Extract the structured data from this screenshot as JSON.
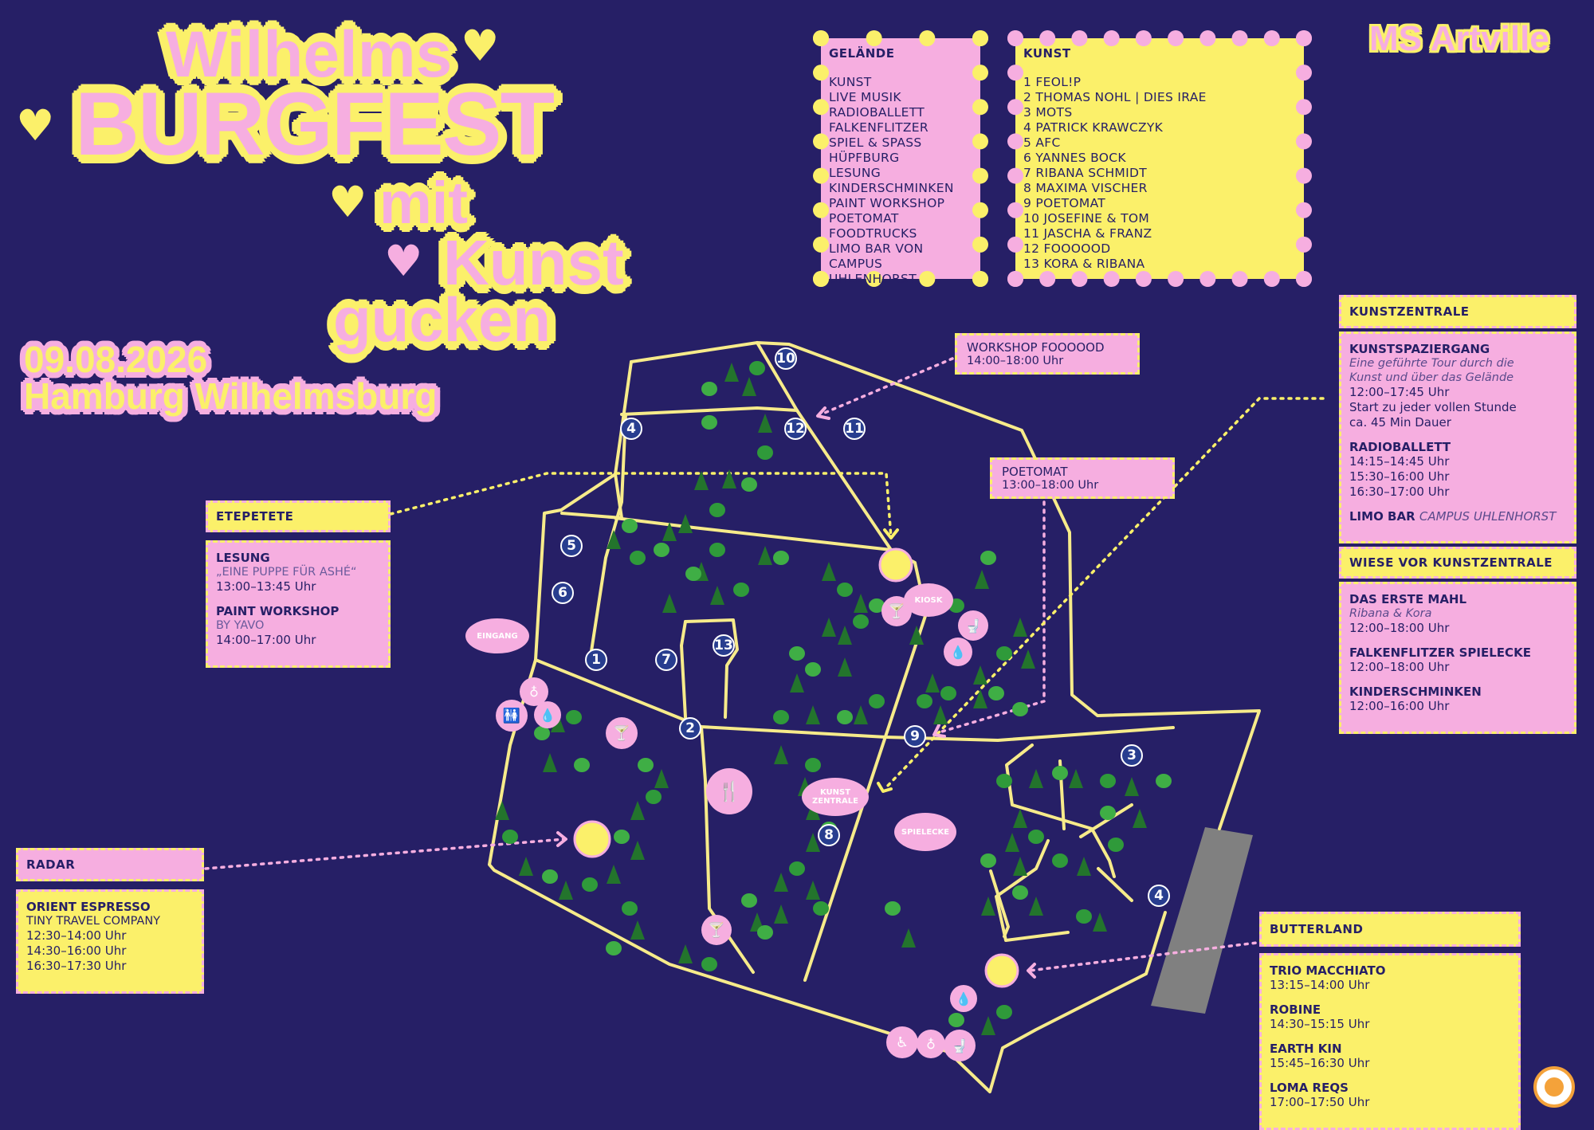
{
  "title": {
    "line1": "Wilhelms",
    "line2": "BURGFEST",
    "line3": "mit",
    "line4": "Kunst",
    "line5": "gucken",
    "date": "09.08.2026",
    "place": "Hamburg Wilhelmsburg",
    "heart": "♥"
  },
  "brand": "MS Artville",
  "gelaende": {
    "header": "GELÄNDE",
    "items": [
      "KUNST",
      "LIVE MUSIK",
      "RADIOBALLETT",
      "FALKENFLITZER\nSPIEL & SPASS",
      "HÜPFBURG",
      "LESUNG",
      "KINDERSCHMINKEN",
      "PAINT WORKSHOP",
      "POETOMAT",
      "FOODTRUCKS",
      "LIMO BAR VON\nCAMPUS UHLENHORST"
    ]
  },
  "kunst": {
    "header": "KUNST",
    "items": [
      "1 FEOL!P",
      "2 THOMAS NOHL | DIES IRAE",
      "3 MOTS",
      "4 PATRICK KRAWCZYK",
      "5 AFC",
      "6 YANNES BOCK",
      "7 RIBANA SCHMIDT",
      "8 MAXIMA VISCHER",
      "9 POETOMAT",
      "10 JOSEFINE & TOM",
      "11 JASCHA & FRANZ",
      "12 FOOOOOD",
      "13 KORA & RIBANA"
    ]
  },
  "callouts": {
    "workshop": {
      "title": "WORKSHOP FOOOOOD",
      "time": "14:00–18:00 Uhr"
    },
    "poetomat": {
      "title": "POETOMAT",
      "time": "13:00–18:00 Uhr"
    }
  },
  "etepetete": {
    "header": "ETEPETETE",
    "events": [
      {
        "name": "LESUNG",
        "sub": "„EINE PUPPE FÜR ASHÉ“",
        "time": "13:00–13:45 Uhr"
      },
      {
        "name": "PAINT WORKSHOP",
        "sub": "BY YAVO",
        "time": "14:00–17:00 Uhr"
      }
    ]
  },
  "radar": {
    "header": "RADAR",
    "events": [
      {
        "name": "ORIENT ESPRESSO",
        "sub": "TINY TRAVEL COMPANY",
        "time": "12:30–14:00 Uhr\n14:30–16:00 Uhr\n16:30–17:30 Uhr"
      }
    ]
  },
  "kunstzentrale": {
    "header": "KUNSTZENTRALE",
    "events": [
      {
        "name": "KUNSTSPAZIERGANG",
        "sub": "Eine geführte Tour durch die\nKunst und über das Gelände",
        "time": "12:00–17:45 Uhr",
        "note": "Start zu jeder vollen Stunde\nca. 45 Min Dauer"
      },
      {
        "name": "RADIOBALLETT",
        "time": "14:15–14:45 Uhr\n15:30–16:00 Uhr\n16:30–17:00 Uhr"
      },
      {
        "name": "LIMO BAR",
        "sub": "Campus Uhlenhorst"
      }
    ]
  },
  "wiese": {
    "header": "WIESE VOR KUNSTZENTRALE",
    "events": [
      {
        "name": "DAS ERSTE MAHL",
        "sub": "Ribana & Kora",
        "time": "12:00–18:00 Uhr"
      },
      {
        "name": "FALKENFLITZER SPIELECKE",
        "time": "12:00–18:00 Uhr"
      },
      {
        "name": "KINDERSCHMINKEN",
        "time": "12:00–16:00 Uhr"
      }
    ]
  },
  "butterland": {
    "header": "BUTTERLAND",
    "events": [
      {
        "name": "TRIO MACCHIATO",
        "time": "13:15–14:00 Uhr"
      },
      {
        "name": "ROBINE",
        "time": "14:30–15:15 Uhr"
      },
      {
        "name": "EARTH KIN",
        "time": "15:45–16:30 Uhr"
      },
      {
        "name": "LOMA REQS",
        "time": "17:00–17:50 Uhr"
      }
    ]
  },
  "map_labels": {
    "eingang": "EINGANG",
    "kiosk": "KIOSK",
    "kunstzentrale": "KUNST\nZENTRALE",
    "spielecke": "SPIELECKE"
  },
  "markers": [
    "1",
    "2",
    "3",
    "4",
    "4",
    "5",
    "6",
    "7",
    "8",
    "9",
    "10",
    "11",
    "12",
    "13"
  ],
  "colors": {
    "background": "#261f66",
    "pink": "#f6aee0",
    "yellow": "#fbf06a",
    "marker": "#283d8f",
    "tree": "#2f9a3a"
  }
}
